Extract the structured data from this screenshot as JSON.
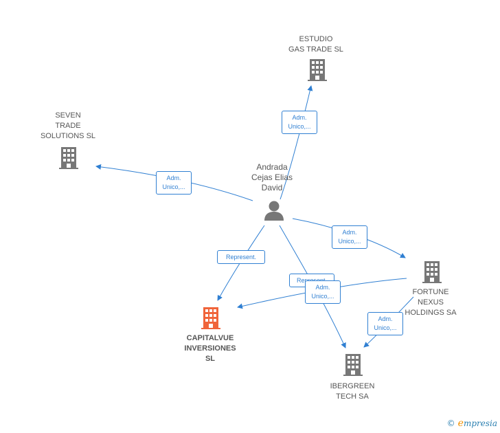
{
  "colors": {
    "edge": "#2f7fd2",
    "company": "#777777",
    "main_company": "#f0643a",
    "person": "#777777"
  },
  "person": {
    "name": "Andrada\nCejas Elias\nDavid",
    "icon": "person-icon"
  },
  "companies": {
    "estudio": {
      "name": "ESTUDIO\nGAS TRADE  SL",
      "icon": "building-icon"
    },
    "seven": {
      "name": "SEVEN\nTRADE\nSOLUTIONS  SL",
      "icon": "building-icon"
    },
    "fortune": {
      "name": "FORTUNE\nNEXUS\nHOLDINGS SA",
      "icon": "building-icon"
    },
    "capitalvue": {
      "name": "CAPITALVUE\nINVERSIONES\nSL",
      "icon": "building-icon"
    },
    "ibergreen": {
      "name": "IBERGREEN\nTECH SA",
      "icon": "building-icon"
    }
  },
  "edges": {
    "to_estudio": "Adm.\nUnico,...",
    "to_seven": "Adm.\nUnico,...",
    "to_fortune": "Adm.\nUnico,...",
    "to_capitalvue": "Represent.",
    "to_ibergreen": "Represent.",
    "fortune_to_capitalvue": "Adm.\nUnico,...",
    "fortune_to_ibergreen": "Adm.\nUnico,..."
  },
  "brand": {
    "copyright": "©",
    "name": "mpresia",
    "initial": "e"
  }
}
